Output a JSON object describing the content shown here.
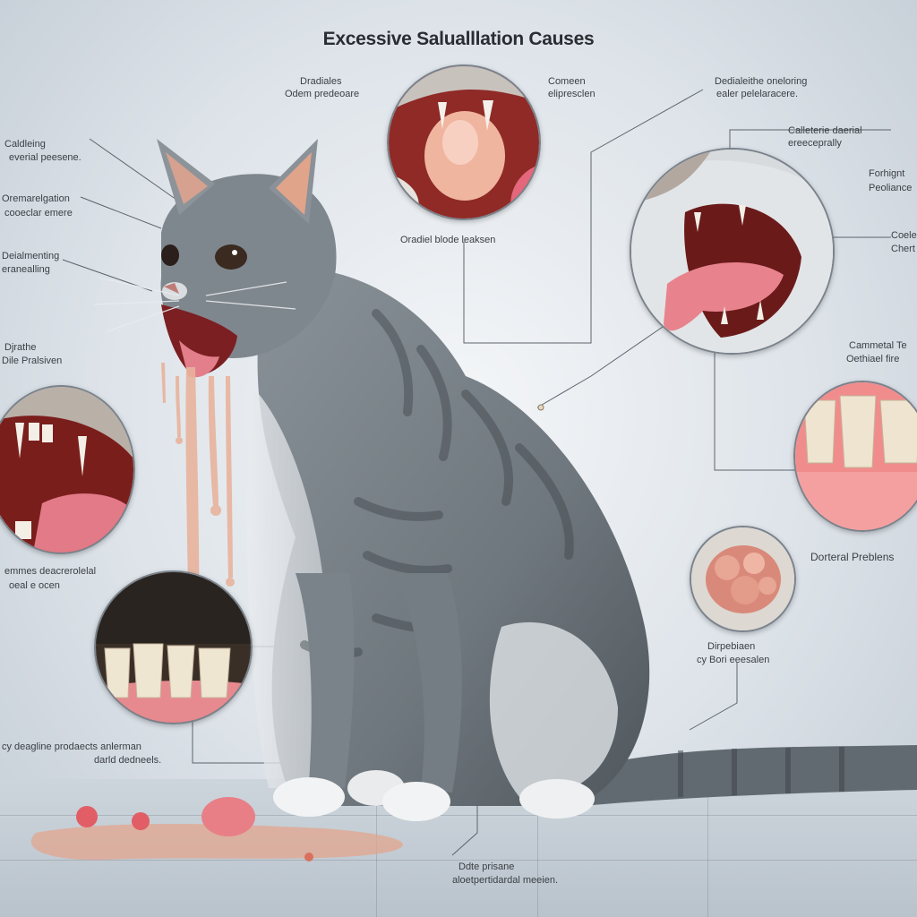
{
  "title": "Excessive Salualllation Causes",
  "labels": {
    "l1": "Dradiales",
    "l2": "Odem predeoare",
    "l3": "Comeen",
    "l4": "elipresclen",
    "l5": "Dedialeithe oneloring",
    "l6": "ealer pelelaracere.",
    "l7": "Caldleing",
    "l8": "everial peesene.",
    "l9": "Oremarelgation",
    "l10": "cooeclar emere",
    "l11": "Calleterie daerial",
    "l12": "ereeceprally",
    "l13": "Deialmenting",
    "l14": "eranealling",
    "l15": "Forhignt",
    "l16": "Peoliance",
    "l17": "Oradiel blode leaksen",
    "l18": "Coele",
    "l19": "Chert",
    "l20": "Djrathe",
    "l21": "Dile Pralsiven",
    "l22": "Cammetal Te",
    "l23": "Oethiael fire",
    "l24": "Dorteral Preblens",
    "l25": "emmes deacrerolelal",
    "l26": "oeal e ocen",
    "l27": "Dirpebiaen",
    "l28": "cy Bori eeesalen",
    "l29": "cy deagline prodaects anlerman",
    "l30": "darld dedneels.",
    "l31": "Ddte prisane",
    "l32": "aloetpertidardal meeien."
  },
  "colors": {
    "fur": "#7d858c",
    "fur_dark": "#4e555b",
    "gum": "#e07a86",
    "saliva": "#e8b39c",
    "mouth_inner": "#7b1f22"
  }
}
